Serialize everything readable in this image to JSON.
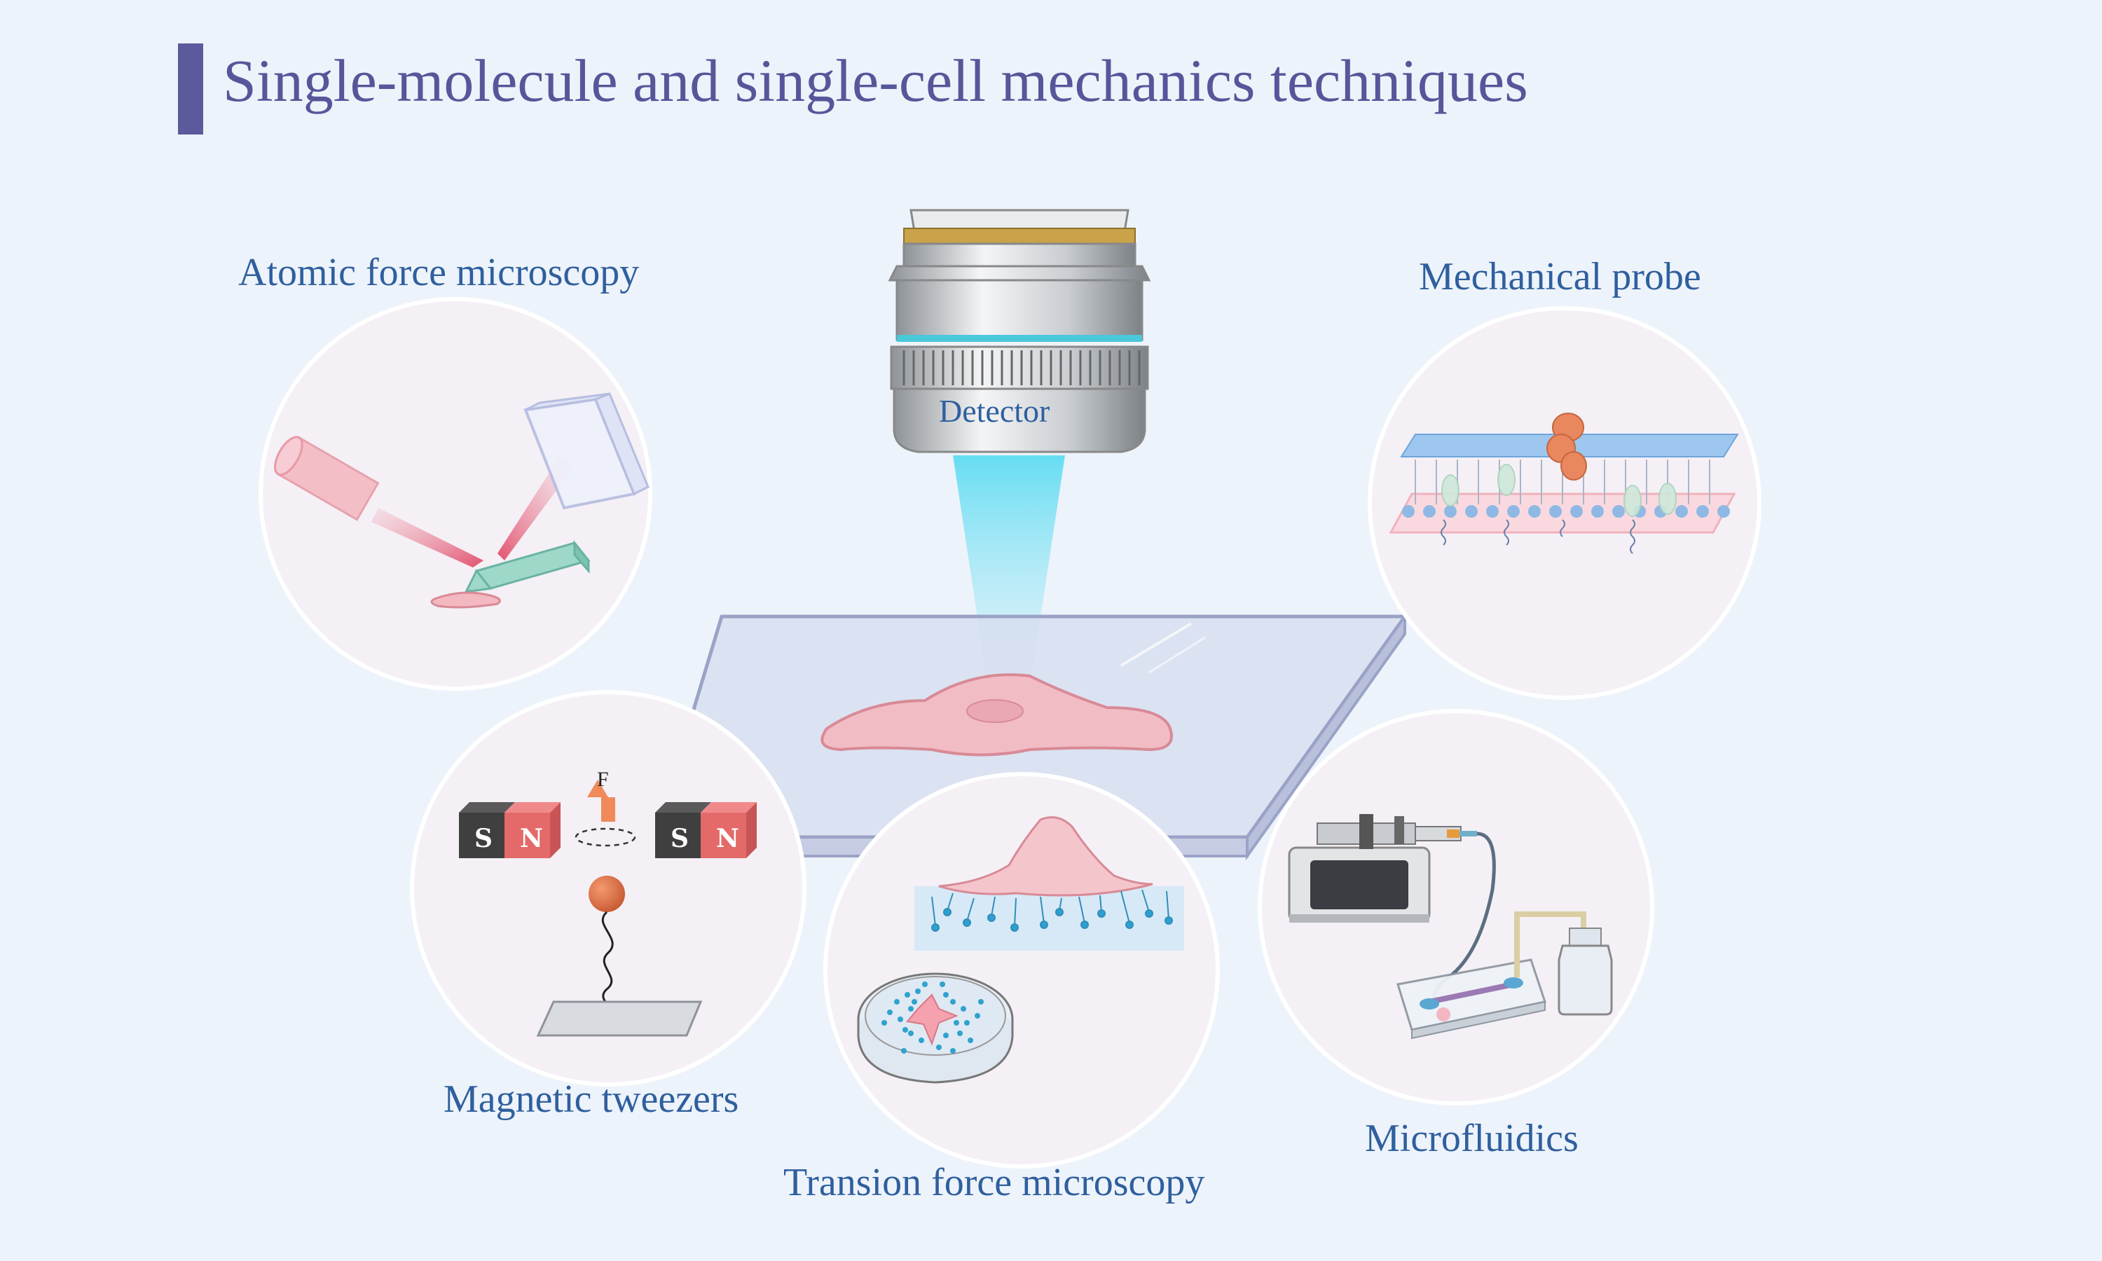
{
  "title": "Single-molecule and single-cell mechanics techniques",
  "detector_label": "Detector",
  "techniques": {
    "afm": "Atomic force microscopy",
    "probe": "Mechanical probe",
    "tweezers": "Magnetic tweezers",
    "tfm": "Transion force microscopy",
    "microfluidics": "Microfluidics"
  },
  "force_label": "F",
  "magnet_poles": {
    "south": "S",
    "north": "N"
  },
  "colors": {
    "background": "#edf3fa",
    "title": "#56569a",
    "accent_bar": "#5b5a9d",
    "labels": "#2f5f9e",
    "cell": "#f2bcc4",
    "beam": "#66e0f4"
  }
}
